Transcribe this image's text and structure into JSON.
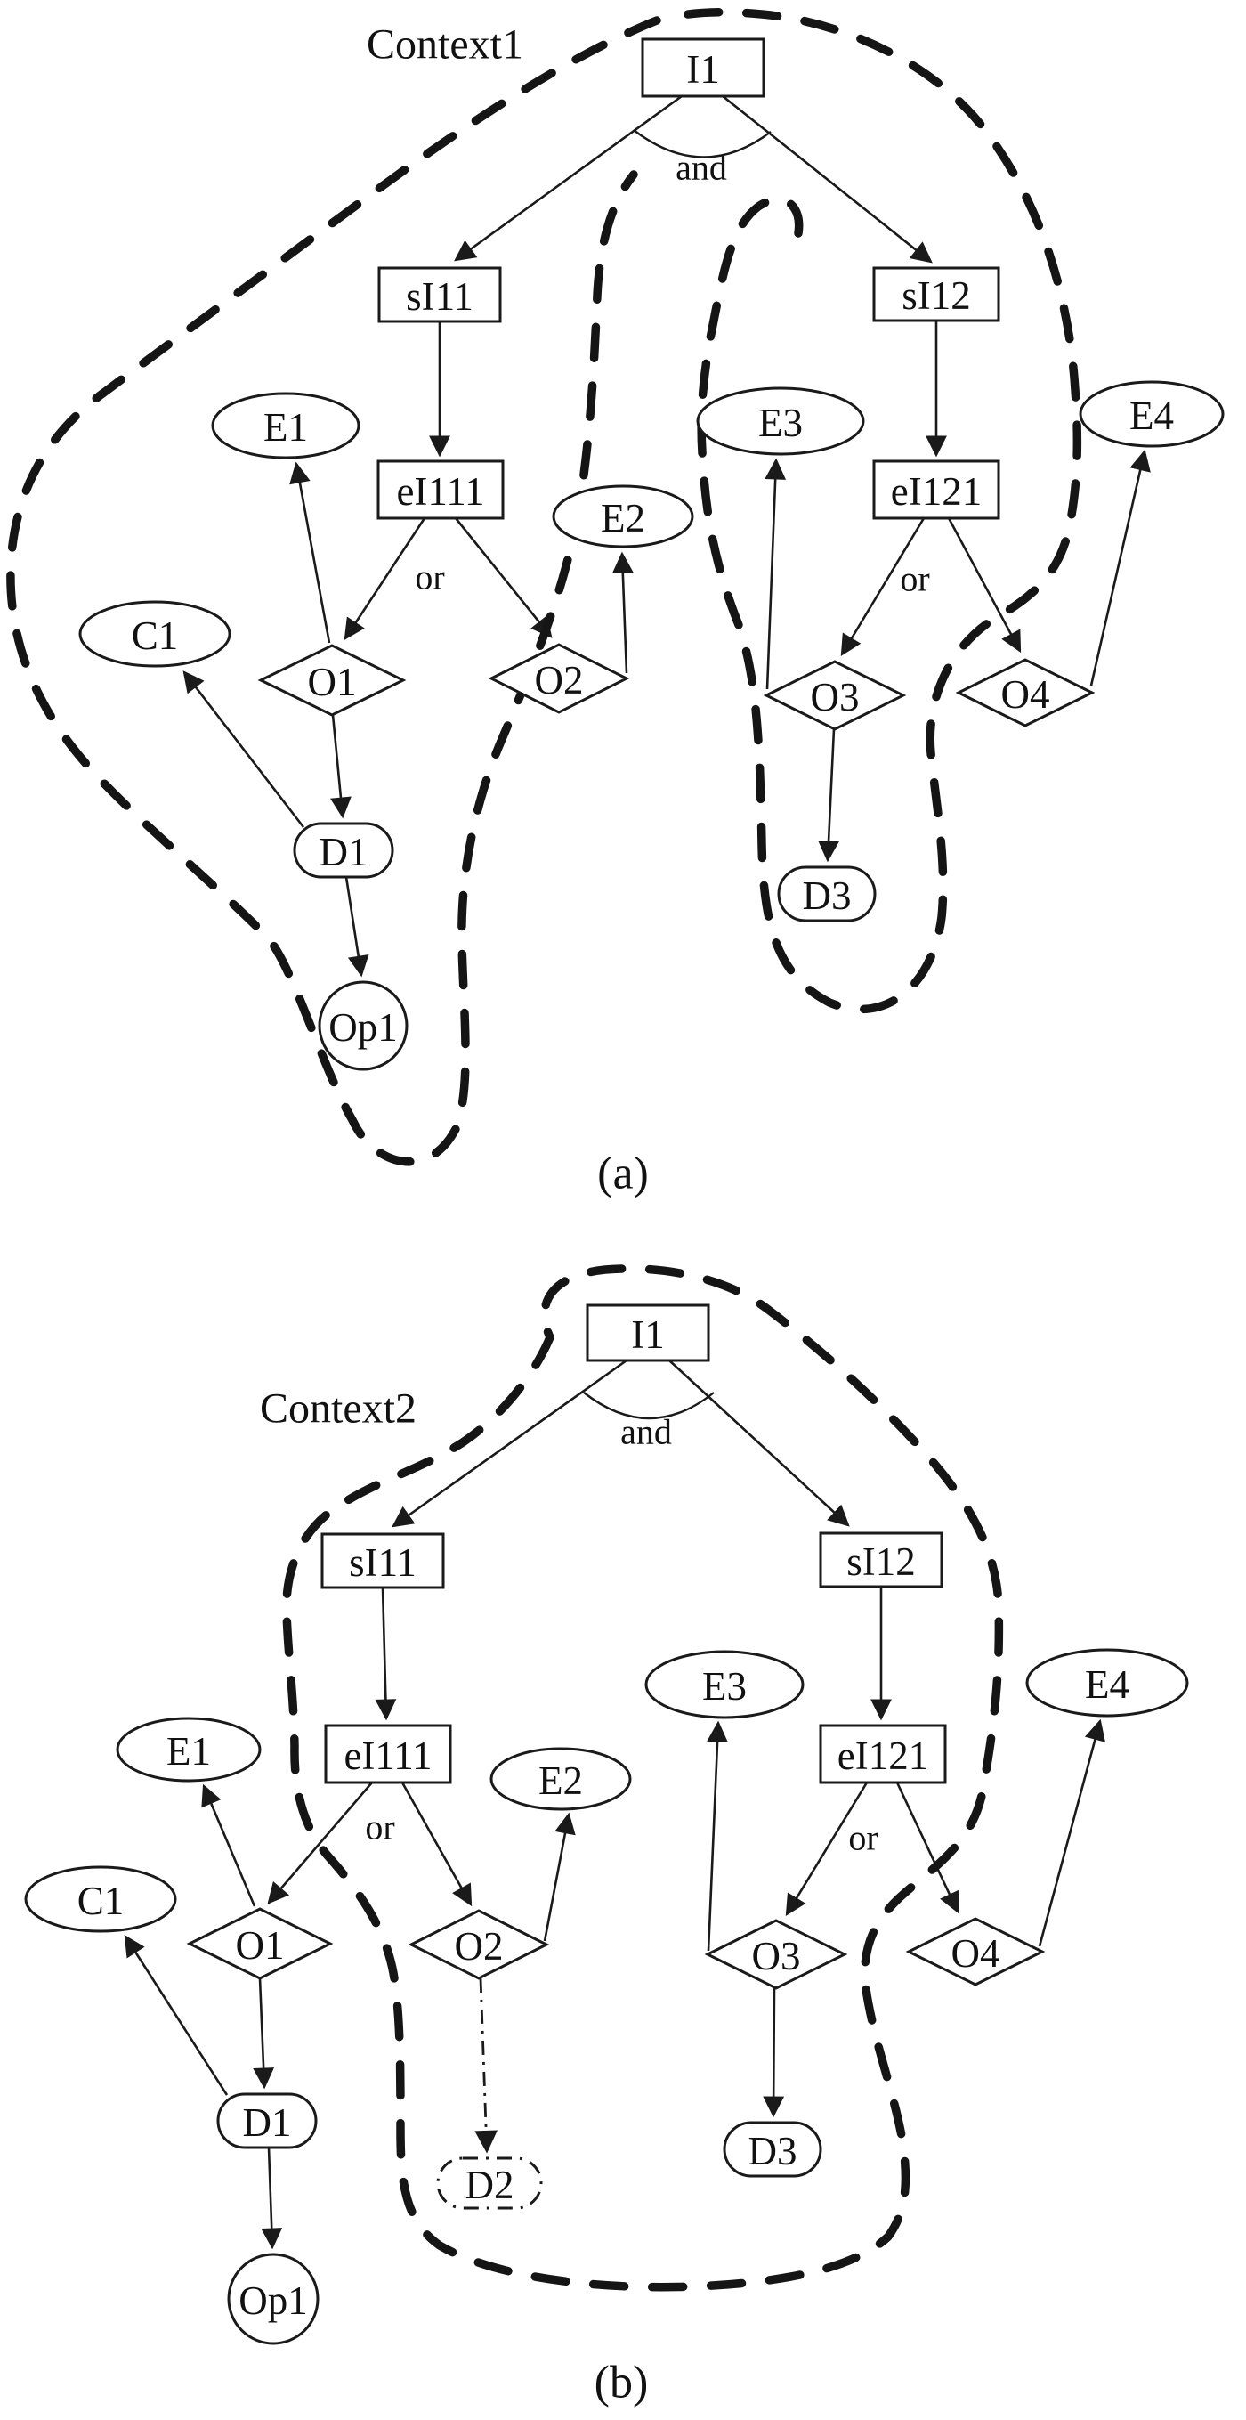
{
  "figure": {
    "type": "context-decision-graph",
    "background": "#ffffff",
    "ink": "#1a1a1a",
    "panels": {
      "a": {
        "caption": "(a)",
        "context_label": "Context1",
        "and_label": "and",
        "or_labels": [
          "or",
          "or"
        ],
        "nodes": {
          "I1": "I1",
          "sI11": "sI11",
          "sI12": "sI12",
          "eI111": "eI111",
          "eI121": "eI121",
          "E1": "E1",
          "E2": "E2",
          "E3": "E3",
          "E4": "E4",
          "C1": "C1",
          "O1": "O1",
          "O2": "O2",
          "O3": "O3",
          "O4": "O4",
          "D1": "D1",
          "D3": "D3",
          "Op1": "Op1"
        },
        "edges": [
          {
            "from": "I1",
            "to": "sI11",
            "gate": "and"
          },
          {
            "from": "I1",
            "to": "sI12",
            "gate": "and"
          },
          {
            "from": "sI11",
            "to": "eI111"
          },
          {
            "from": "sI12",
            "to": "eI121"
          },
          {
            "from": "eI111",
            "to": "O1",
            "gate": "or"
          },
          {
            "from": "eI111",
            "to": "O2",
            "gate": "or"
          },
          {
            "from": "eI121",
            "to": "O3",
            "gate": "or"
          },
          {
            "from": "eI121",
            "to": "O4",
            "gate": "or"
          },
          {
            "from": "O1",
            "to": "E1"
          },
          {
            "from": "O2",
            "to": "E2"
          },
          {
            "from": "O3",
            "to": "E3"
          },
          {
            "from": "O4",
            "to": "E4"
          },
          {
            "from": "O1",
            "to": "D1"
          },
          {
            "from": "D1",
            "to": "C1"
          },
          {
            "from": "D1",
            "to": "Op1"
          },
          {
            "from": "O3",
            "to": "D3"
          }
        ]
      },
      "b": {
        "caption": "(b)",
        "context_label": "Context2",
        "and_label": "and",
        "or_labels": [
          "or",
          "or"
        ],
        "nodes": {
          "I1": "I1",
          "sI11": "sI11",
          "sI12": "sI12",
          "eI111": "eI111",
          "eI121": "eI121",
          "E1": "E1",
          "E2": "E2",
          "E3": "E3",
          "E4": "E4",
          "C1": "C1",
          "O1": "O1",
          "O2": "O2",
          "O3": "O3",
          "O4": "O4",
          "D1": "D1",
          "D2": "D2",
          "D3": "D3",
          "Op1": "Op1"
        },
        "edges": [
          {
            "from": "I1",
            "to": "sI11",
            "gate": "and"
          },
          {
            "from": "I1",
            "to": "sI12",
            "gate": "and"
          },
          {
            "from": "sI11",
            "to": "eI111"
          },
          {
            "from": "sI12",
            "to": "eI121"
          },
          {
            "from": "eI111",
            "to": "O1",
            "gate": "or"
          },
          {
            "from": "eI111",
            "to": "O2",
            "gate": "or"
          },
          {
            "from": "eI121",
            "to": "O3",
            "gate": "or"
          },
          {
            "from": "eI121",
            "to": "O4",
            "gate": "or"
          },
          {
            "from": "O1",
            "to": "E1"
          },
          {
            "from": "O2",
            "to": "E2"
          },
          {
            "from": "O3",
            "to": "E3"
          },
          {
            "from": "O4",
            "to": "E4"
          },
          {
            "from": "O1",
            "to": "D1"
          },
          {
            "from": "D1",
            "to": "C1"
          },
          {
            "from": "D1",
            "to": "Op1"
          },
          {
            "from": "O3",
            "to": "D3"
          },
          {
            "from": "O2",
            "to": "D2",
            "style": "dash-dot"
          }
        ]
      }
    }
  }
}
